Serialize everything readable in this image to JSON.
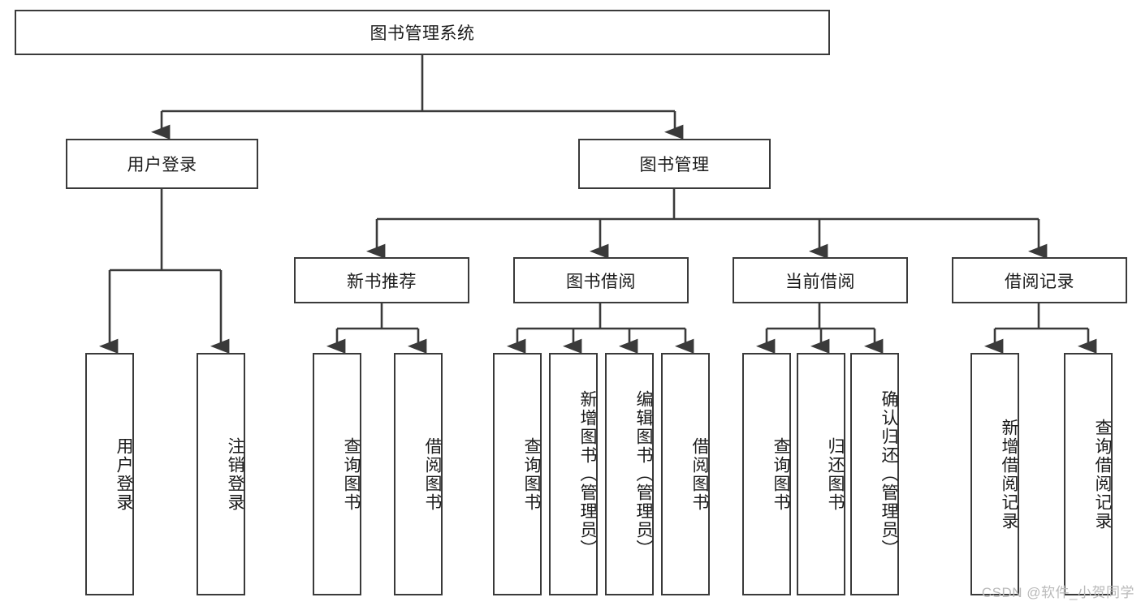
{
  "diagram": {
    "type": "tree",
    "title": "图书管理系统",
    "style": {
      "box_border_color": "#3a3a3a",
      "box_fill_color": "#ffffff",
      "line_color": "#3a3a3a",
      "text_color": "#1b1b1b",
      "background": "#ffffff"
    },
    "root": {
      "label": "图书管理系统"
    },
    "level2": [
      {
        "label": "用户登录"
      },
      {
        "label": "图书管理"
      }
    ],
    "level3": [
      {
        "label": "新书推荐"
      },
      {
        "label": "图书借阅"
      },
      {
        "label": "当前借阅"
      },
      {
        "label": "借阅记录"
      }
    ],
    "leaves": {
      "user_login": [
        {
          "label": "用户登录"
        },
        {
          "label": "注销登录"
        }
      ],
      "new_book_recommend": [
        {
          "label": "查询图书"
        },
        {
          "label": "借阅图书"
        }
      ],
      "book_borrow": [
        {
          "label": "查询图书"
        },
        {
          "label": "新增图书（管理员）"
        },
        {
          "label": "编辑图书（管理员）"
        },
        {
          "label": "借阅图书"
        }
      ],
      "current_borrow": [
        {
          "label": "查询图书"
        },
        {
          "label": "归还图书"
        },
        {
          "label": "确认归还（管理员）"
        }
      ],
      "borrow_record": [
        {
          "label": "新增借阅记录"
        },
        {
          "label": "查询借阅记录"
        }
      ]
    }
  },
  "watermark": {
    "text": "CSDN @软件_小贺同学"
  }
}
